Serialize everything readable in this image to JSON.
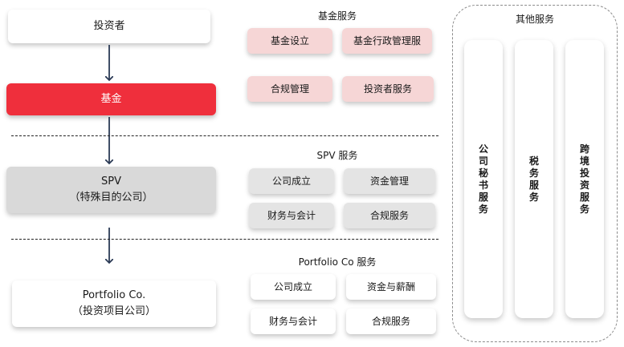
{
  "left": {
    "investor": "投资者",
    "fund": "基金",
    "spv_title": "SPV",
    "spv_subtitle": "（特殊目的公司）",
    "portfolio_title": "Portfolio Co.",
    "portfolio_subtitle": "（投资项目公司）"
  },
  "fund_services": {
    "title": "基金服务",
    "items": [
      "基金设立",
      "基金行政管理服",
      "合规管理",
      "投资者服务"
    ]
  },
  "spv_services": {
    "title": "SPV 服务",
    "items": [
      "公司成立",
      "资金管理",
      "财务与会计",
      "合规服务"
    ]
  },
  "portfolio_services": {
    "title": "Portfolio Co 服务",
    "items": [
      "公司成立",
      "资金与薪酬",
      "财务与会计",
      "合规服务"
    ]
  },
  "other_services": {
    "title": "其他服务",
    "items": [
      "公司秘书服务",
      "税务服务",
      "跨境投资服务"
    ]
  },
  "colors": {
    "fund_red": "#ef2f3c",
    "arrow": "#2b3a55"
  }
}
